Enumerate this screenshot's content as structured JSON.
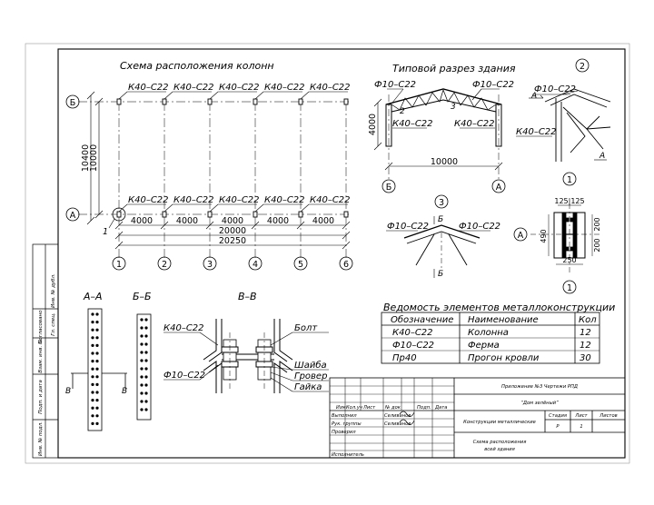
{
  "titles": {
    "plan": "Схема расположения колонн",
    "section": "Типовой разрез здания",
    "aa": "А–А",
    "bb": "Б–Б",
    "vv": "В–В",
    "table": "Ведомость элементов металлоконструкции"
  },
  "plan": {
    "column_label": "К40–С22",
    "axes_numbers": [
      "1",
      "2",
      "3",
      "4",
      "5",
      "6"
    ],
    "axes_letters": [
      "Б",
      "А"
    ],
    "spans": [
      "4000",
      "4000",
      "4000",
      "4000",
      "4000"
    ],
    "dim_total_1": "20000",
    "dim_total_2": "20250",
    "dim_v1": "10400",
    "dim_v2": "10000",
    "node_1": "1"
  },
  "section": {
    "truss_label": "Ф10–С22",
    "column_label": "К40–С22",
    "height": "4000",
    "span": "10000",
    "axes": [
      "Б",
      "А"
    ],
    "nodes": [
      "2",
      "3"
    ]
  },
  "node2": {
    "number": "2",
    "truss_label": "Ф10–С22",
    "column_label": "К40–С22",
    "arrow": "А"
  },
  "node3": {
    "number": "3",
    "label_left": "Ф10–С22",
    "label_right": "Ф10–С22",
    "cut": "Б"
  },
  "node1": {
    "number": "1",
    "axis": "А",
    "dim_top": "125|125",
    "dim_left": "490",
    "dim_r1": "200",
    "dim_r2": "200",
    "dim_bottom": "250"
  },
  "vv": {
    "col_label": "К40–С22",
    "truss_label": "Ф10–С22",
    "bolt": "Болт",
    "washer": "Шайба",
    "grover": "Гровер",
    "nut": "Гайка"
  },
  "aa_marks": [
    "В",
    "В"
  ],
  "table": {
    "headers": [
      "Обозначение",
      "Наименование",
      "Кол"
    ],
    "rows": [
      [
        "К40–С22",
        "Колонна",
        "12"
      ],
      [
        "Ф10–С22",
        "Ферма",
        "12"
      ],
      [
        "Пр40",
        "Прогон кровли",
        "30"
      ]
    ]
  },
  "stamp": {
    "doc_title": "Приложение №3 Чертежи РПД",
    "project": "“Дом зелёный”",
    "part": "Конструкции металлические",
    "sheet_name_1": "Схема расположения",
    "sheet_name_2": "всей здания",
    "roles": [
      "Выполнил",
      "Рук. группы",
      "Проверил"
    ],
    "names": [
      "Селиванов",
      "Селиванов"
    ],
    "head_cols": [
      "Изм.",
      "Кол.уч",
      "Лист",
      "№ док",
      "Подп.",
      "Дата"
    ],
    "stage_headers": [
      "Стадия",
      "Лист",
      "Листов"
    ],
    "stage_values": [
      "Р",
      "1",
      ""
    ],
    "executors": "Исполнитель"
  },
  "side_stamp": [
    "Согласовано",
    "Взам. инв. №",
    "Подп. и дата",
    "Инв. № подл.",
    "Инв. № дубл.",
    "Гл. спец."
  ]
}
